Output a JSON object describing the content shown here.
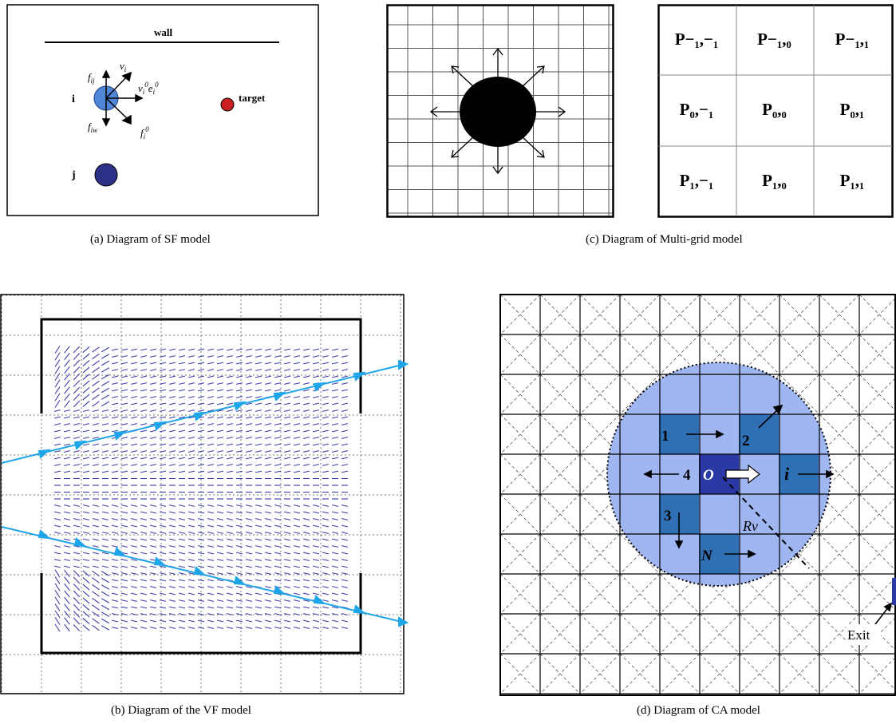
{
  "panel_a": {
    "wall_label": "wall",
    "agent_i_label": "i",
    "agent_j_label": "j",
    "target_label": "target",
    "caption": "(a)  Diagram of SF model",
    "colors": {
      "agent_i": "#4f86d6",
      "agent_j": "#2e2f86",
      "target": "#cc1f1f"
    }
  },
  "panel_b": {
    "caption": "(b)  Diagram of the VF model",
    "colors": {
      "vectors": "#3a3aa8",
      "streamline": "#1fa6e8"
    }
  },
  "panel_c": {
    "caption": "(c) Diagram of Multi-grid model",
    "cells": [
      [
        "P−₁,−₁",
        "P−₁,₀",
        "P−₁,₁"
      ],
      [
        "P₀,−₁",
        "P₀,₀",
        "P₀,₁"
      ],
      [
        "P₁,−₁",
        "P₁,₀",
        "P₁,₁"
      ]
    ]
  },
  "panel_d": {
    "caption": "(d) Diagram of CA model",
    "labels": {
      "n1": "1",
      "n2": "2",
      "n3": "3",
      "n4": "4",
      "o": "O",
      "i": "i",
      "n": "N",
      "rv": "Rv",
      "exit": "Exit"
    },
    "colors": {
      "circle": "#9fb6f0",
      "cell": "#2f6fb3",
      "center": "#2a39a6"
    }
  }
}
